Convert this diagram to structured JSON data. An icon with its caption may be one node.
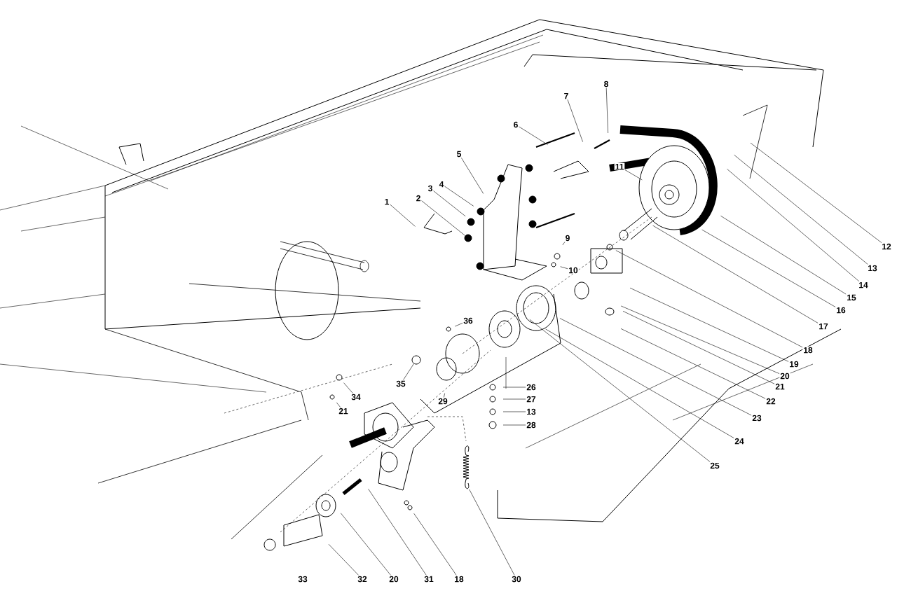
{
  "diagram": {
    "nodes": [
      {
        "text": [
          "8"
        ]
      },
      {
        "text": [
          "7"
        ]
      },
      {
        "text": [
          "6"
        ]
      },
      {
        "text": [
          "5"
        ]
      },
      {
        "text": [
          "11"
        ]
      },
      {
        "text": [
          "4"
        ]
      },
      {
        "text": [
          "3"
        ]
      },
      {
        "text": [
          "2"
        ]
      },
      {
        "text": [
          "1"
        ]
      },
      {
        "text": [
          "9"
        ]
      },
      {
        "text": [
          "12"
        ]
      },
      {
        "text": [
          "10"
        ]
      },
      {
        "text": [
          "13"
        ]
      },
      {
        "text": [
          "14"
        ]
      },
      {
        "text": [
          "15"
        ]
      },
      {
        "text": [
          "16"
        ]
      },
      {
        "text": [
          "36"
        ]
      },
      {
        "text": [
          "17"
        ]
      },
      {
        "text": [
          "18"
        ]
      },
      {
        "text": [
          "19"
        ]
      },
      {
        "text": [
          "20"
        ]
      },
      {
        "text": [
          "35"
        ]
      },
      {
        "text": [
          "21"
        ]
      },
      {
        "text": [
          "26"
        ]
      },
      {
        "text": [
          "34"
        ]
      },
      {
        "text": [
          "27"
        ]
      },
      {
        "text": [
          "22"
        ]
      },
      {
        "text": [
          "29"
        ]
      },
      {
        "text": [
          "21"
        ]
      },
      {
        "text": [
          "13"
        ]
      },
      {
        "text": [
          "23"
        ]
      },
      {
        "text": [
          "28"
        ]
      },
      {
        "text": [
          "24"
        ]
      },
      {
        "text": [
          "25"
        ]
      },
      {
        "text": [
          "32"
        ]
      },
      {
        "text": [
          "20"
        ]
      },
      {
        "text": [
          "31"
        ]
      },
      {
        "text": [
          "18"
        ]
      },
      {
        "text": [
          "30"
        ]
      },
      {
        "text": [],
        "shape": "circle"
      },
      {
        "text": [],
        "shape": "circle"
      }
    ],
    "edges": [
      {
        "from": 0,
        "to": null,
        "arrow": "none"
      },
      {
        "from": 1,
        "to": null,
        "arrow": "none"
      },
      {
        "from": 2,
        "to": null,
        "arrow": "none"
      },
      {
        "from": 3,
        "to": null,
        "arrow": "none"
      },
      {
        "from": 4,
        "to": null,
        "arrow": "none"
      },
      {
        "from": 5,
        "to": null,
        "arrow": "none"
      },
      {
        "from": 6,
        "to": null,
        "arrow": "none"
      },
      {
        "from": 7,
        "to": 40,
        "arrow": "none"
      },
      {
        "from": 8,
        "to": null,
        "arrow": "none"
      },
      {
        "from": 9,
        "to": null,
        "arrow": "none"
      },
      {
        "from": 10,
        "to": null,
        "arrow": "none"
      },
      {
        "from": 11,
        "to": null,
        "arrow": "none"
      },
      {
        "from": 12,
        "to": null,
        "arrow": "none"
      },
      {
        "from": 13,
        "to": null,
        "arrow": "none"
      },
      {
        "from": 14,
        "to": null,
        "arrow": "none"
      },
      {
        "from": 15,
        "to": null,
        "arrow": "none"
      },
      {
        "from": 16,
        "to": null,
        "arrow": "none"
      },
      {
        "from": 17,
        "to": null,
        "arrow": "none"
      },
      {
        "from": 18,
        "to": null,
        "arrow": "none"
      },
      {
        "from": 19,
        "to": null,
        "arrow": "none"
      },
      {
        "from": 20,
        "to": null,
        "arrow": "none"
      },
      {
        "from": 21,
        "to": 39,
        "arrow": "none"
      },
      {
        "from": 22,
        "to": null,
        "arrow": "none"
      },
      {
        "from": 23,
        "to": null,
        "arrow": "none"
      },
      {
        "from": 24,
        "to": null,
        "arrow": "none"
      },
      {
        "from": 25,
        "to": null,
        "arrow": "none"
      },
      {
        "from": 26,
        "to": null,
        "arrow": "none"
      },
      {
        "from": 27,
        "to": null,
        "arrow": "none"
      },
      {
        "from": 28,
        "to": null,
        "arrow": "none"
      },
      {
        "from": 29,
        "to": null,
        "arrow": "none"
      },
      {
        "from": 30,
        "to": null,
        "arrow": "none"
      },
      {
        "from": 31,
        "to": null,
        "arrow": "none"
      },
      {
        "from": 32,
        "to": null,
        "arrow": "none"
      },
      {
        "from": 33,
        "to": null,
        "arrow": "none"
      },
      {
        "from": 34,
        "to": null,
        "arrow": "none"
      },
      {
        "from": 35,
        "to": null,
        "arrow": "none"
      },
      {
        "from": 36,
        "to": null,
        "arrow": "none"
      },
      {
        "from": 37,
        "to": null,
        "arrow": "none"
      },
      {
        "from": 38,
        "to": null,
        "arrow": "none"
      }
    ],
    "labels": [
      "33"
    ]
  }
}
